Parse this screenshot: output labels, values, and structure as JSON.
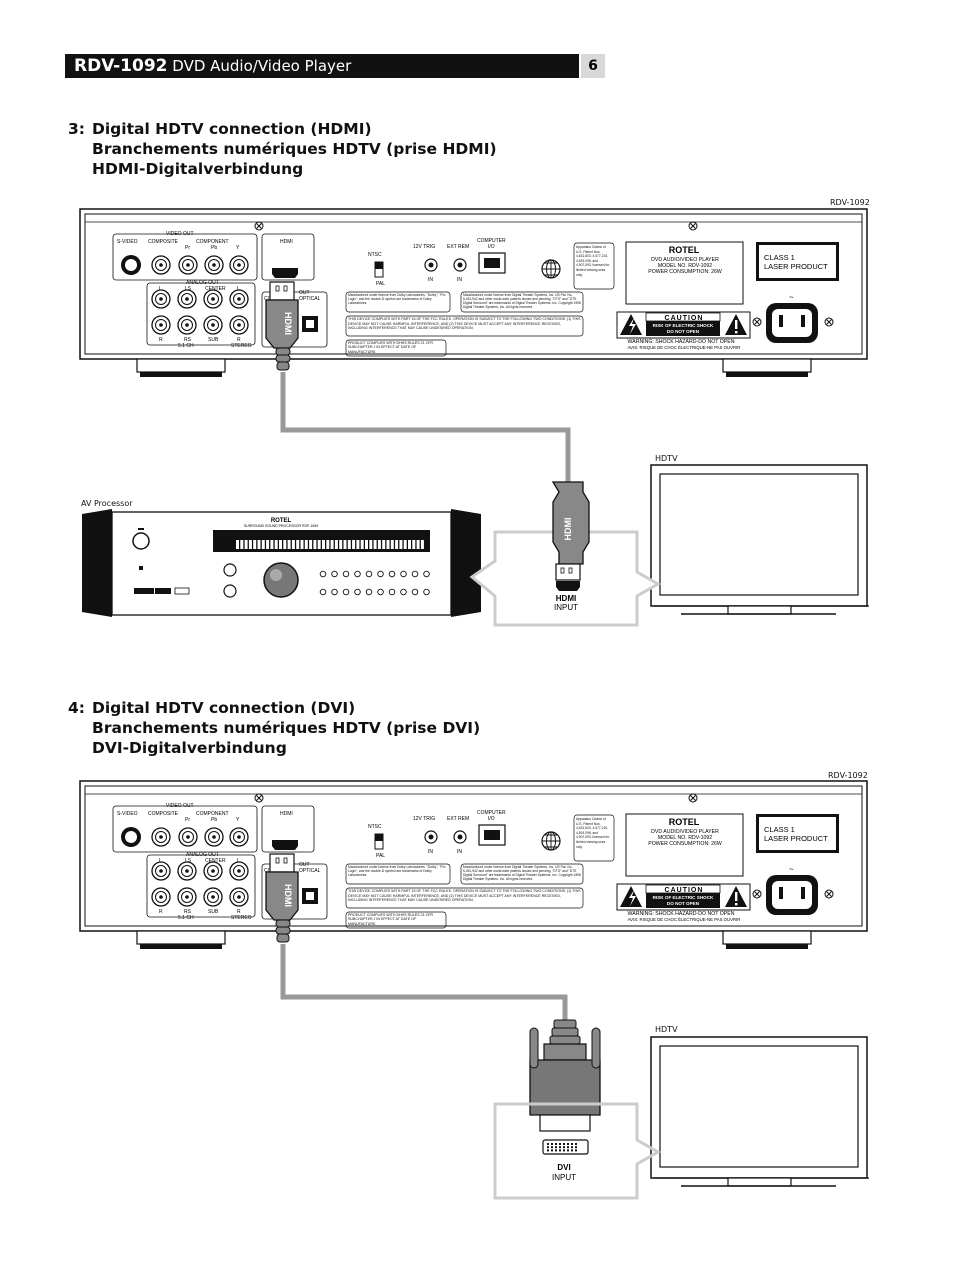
{
  "header": {
    "model": "RDV-1092",
    "subtitle": "DVD Audio/Video Player",
    "page": "6"
  },
  "section3": {
    "number": "3:",
    "lines": [
      "Digital HDTV connection (HDMI)",
      "Branchements numériques HDTV (prise HDMI)",
      "HDMI-Digitalverbindung"
    ],
    "player_label": "RDV-1092",
    "processor_label": "AV Processor",
    "tv_label": "HDTV",
    "input_line1": "HDMI",
    "input_line2": "INPUT"
  },
  "section4": {
    "number": "4:",
    "lines": [
      "Digital HDTV connection (DVI)",
      "Branchements numériques HDTV (prise DVI)",
      "DVI-Digitalverbindung"
    ],
    "player_label": "RDV-1092",
    "tv_label": "HDTV",
    "input_line1": "DVI",
    "input_line2": "INPUT"
  },
  "panel": {
    "video_out": "VIDEO OUT",
    "svideo": "S-VIDEO",
    "composite": "COMPOSITE",
    "component": "COMPONENT",
    "pr": "Pr",
    "pb": "Pb",
    "y": "Y",
    "hdmi": "HDMI",
    "analog_out": "ANALOG OUT",
    "l": "L",
    "ls": "LS",
    "center": "CENTER",
    "r": "R",
    "rs": "RS",
    "sub": "SUB",
    "ch51": "5.1 CH",
    "stereo": "STEREO",
    "optical": "OPTICAL",
    "co": "CO",
    "out": "OUT",
    "ntsc": "NTSC",
    "pal": "PAL",
    "trig": "12V TRIG",
    "extrem": "EXT REM",
    "computer": "COMPUTER",
    "io": "I/O",
    "in": "IN",
    "brand": "ROTEL",
    "rating1": "DVD AUDIO/VIDEO PLAYER",
    "rating2": "MODEL NO. RDV-1092",
    "rating3": "POWER CONSUMPTION: 26W",
    "class1": "CLASS 1",
    "class2": "LASER PRODUCT",
    "caution": "CAUTION",
    "risk1": "RISK OF ELECTRIC SHOCK",
    "risk2": "DO NOT OPEN",
    "warn1": "WARNING: SHOCK HAZARD-DO NOT OPEN",
    "warn2": "AVIS: RISQUE DE CHOC ÉLECTRIQUE-NE PAS OUVRIR",
    "dolby": "Manufactured under license from Dolby Laboratories. \"Dolby\", \"Pro Logic\", and the double-D symbol are trademarks of Dolby Laboratories.",
    "dts": "Manufactured under license from Digital Theater Systems, Inc. US Pat. No. 5,451,942 and other world-wide patents issued and pending. \"DTS\" and \"DTS Digital Surround\" are trademarks of Digital Theater Systems, Inc. Copyright 1996 Digital Theater Systems, Inc. All rights reserved.",
    "fcc": "THIS DEVICE COMPLIES WITH PART 15 OF THE FCC RULES. OPERATION IS SUBJECT TO THE FOLLOWING TWO CONDITIONS: (1) THIS DEVICE MAY NOT CAUSE HARMFUL INTERFERENCE, AND (2) THIS DEVICE MUST ACCEPT ANY INTERFERENCE RECEIVED, INCLUDING INTERFERENCE THAT MAY CAUSE UNDESIRED OPERATION.",
    "dhhs": "PRODUCT COMPLIES WITH DHHS RULES 21 CFR SUBCHAPTER J IN EFFECT AT DATE OF MANUFACTURE.",
    "patent": "Apparatus Claims of U.S. Patent Nos. 4,631,603, 4,577,216, 4,819,098, and 4,907,093, licensed for limited viewing uses only."
  },
  "processor": {
    "brand": "ROTEL",
    "model": "SURROUND SOUND PROCESSOR   RSP-1069"
  }
}
